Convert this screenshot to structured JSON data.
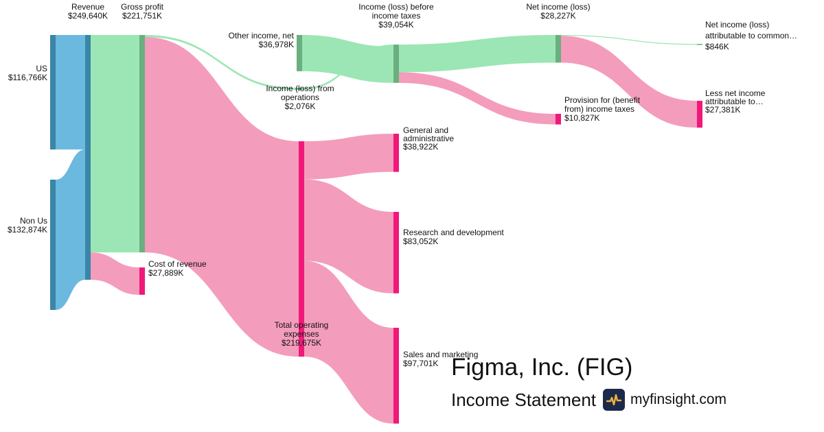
{
  "chart_data": {
    "type": "sankey",
    "unit": "K",
    "nodes": [
      {
        "id": "us",
        "label": "US",
        "value": "$116,766K"
      },
      {
        "id": "nonus",
        "label": "Non Us",
        "value": "$132,874K"
      },
      {
        "id": "revenue",
        "label": "Revenue",
        "value": "$249,640K"
      },
      {
        "id": "gross",
        "label": "Gross profit",
        "value": "$221,751K"
      },
      {
        "id": "cor",
        "label": "Cost of revenue",
        "value": "$27,889K"
      },
      {
        "id": "other",
        "label": "Other income, net",
        "value": "$36,978K"
      },
      {
        "id": "ops",
        "label": "Income (loss) from operations",
        "value": "$2,076K"
      },
      {
        "id": "topex",
        "label": "Total operating expenses",
        "value": "$219,675K"
      },
      {
        "id": "pretax",
        "label": "Income (loss) before income taxes",
        "value": "$39,054K"
      },
      {
        "id": "ga",
        "label": "General and administrative",
        "value": "$38,922K"
      },
      {
        "id": "rd",
        "label": "Research and development",
        "value": "$83,052K"
      },
      {
        "id": "sm",
        "label": "Sales and marketing",
        "value": "$97,701K"
      },
      {
        "id": "netinc",
        "label": "Net income (loss)",
        "value": "$28,227K"
      },
      {
        "id": "tax",
        "label": "Provision for (benefit from) income taxes",
        "value": "$10,827K"
      },
      {
        "id": "common",
        "label": "Net income (loss) attributable to common…",
        "value": "$846K"
      },
      {
        "id": "lessnci",
        "label": "Less net income attributable to…",
        "value": "$27,381K"
      }
    ],
    "links": [
      {
        "source": "us",
        "target": "revenue",
        "value": 116766
      },
      {
        "source": "nonus",
        "target": "revenue",
        "value": 132874
      },
      {
        "source": "revenue",
        "target": "gross",
        "value": 221751
      },
      {
        "source": "revenue",
        "target": "cor",
        "value": 27889
      },
      {
        "source": "gross",
        "target": "ops",
        "value": 2076
      },
      {
        "source": "gross",
        "target": "topex",
        "value": 219675
      },
      {
        "source": "ops",
        "target": "pretax",
        "value": 2076
      },
      {
        "source": "other",
        "target": "pretax",
        "value": 36978
      },
      {
        "source": "topex",
        "target": "ga",
        "value": 38922
      },
      {
        "source": "topex",
        "target": "rd",
        "value": 83052
      },
      {
        "source": "topex",
        "target": "sm",
        "value": 97701
      },
      {
        "source": "pretax",
        "target": "netinc",
        "value": 28227
      },
      {
        "source": "pretax",
        "target": "tax",
        "value": 10827
      },
      {
        "source": "netinc",
        "target": "common",
        "value": 846
      },
      {
        "source": "netinc",
        "target": "lessnci",
        "value": 27381
      }
    ]
  },
  "title": "Figma, Inc. (FIG)",
  "subtitle": "Income Statement",
  "brand": "myfinsight.com",
  "brand_icon": "pulse-logo-icon",
  "colors": {
    "revenue_node": "#3a86a8",
    "revenue_flow": "#6cb9df",
    "profit_node": "#6aaf7f",
    "profit_flow": "#9be6b4",
    "expense_node": "#f0197a",
    "expense_flow": "#f49cbc",
    "logo_bg": "#1b2a4a",
    "logo_line": "#f5b041"
  }
}
